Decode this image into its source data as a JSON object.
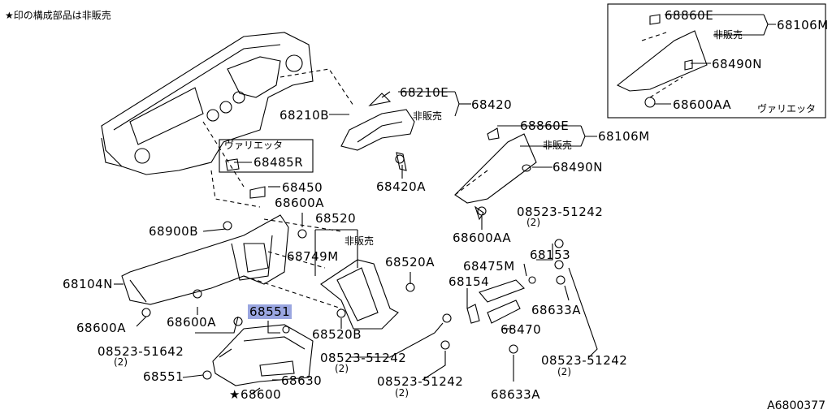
{
  "header_note": "★印の構成部品は非販売",
  "doc_id": "A6800377",
  "highlight_color": "#9aa6e0",
  "inset": {
    "parts": [
      "68860E",
      "68106M",
      "非販売",
      "68490N",
      "68600AA"
    ],
    "variant": "ヴァリエッタ"
  },
  "callouts": [
    "68210E",
    "68420",
    "非販売",
    "68210B",
    "68420A",
    "ヴァリエッタ",
    "68485R",
    "68450",
    "68600A",
    "68860E",
    "68106M",
    "非販売",
    "68490N",
    "68520",
    "非販売",
    "68900B",
    "68749M",
    "68600AA",
    "08523-51242",
    "(2)",
    "68153",
    "68475M",
    "68520A",
    "68104N",
    "68154",
    "68551",
    "68600A",
    "68600A",
    "68633A",
    "68470",
    "68520B",
    "08523-51642",
    "(2)",
    "08523-51242",
    "(2)",
    "08523-51242",
    "(2)",
    "68551",
    "68630",
    "★68600",
    "08523-51242",
    "(2)",
    "68633A"
  ],
  "highlighted_part": "68551"
}
